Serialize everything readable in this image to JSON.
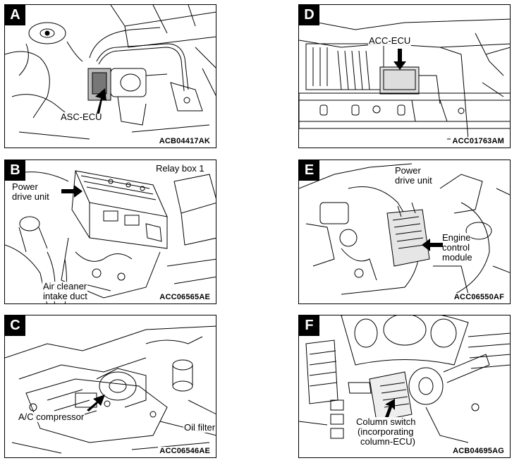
{
  "panels": {
    "a": {
      "letter": "A",
      "code": "ACB04417AK",
      "labels": {
        "ecu": "ASC-ECU"
      }
    },
    "b": {
      "letter": "B",
      "code": "ACC06565AE",
      "labels": {
        "relay": "Relay box 1",
        "pdu1": "Power",
        "pdu2": "drive unit",
        "air1": "Air cleaner",
        "air2": "intake duct"
      }
    },
    "c": {
      "letter": "C",
      "code": "ACC06546AE",
      "labels": {
        "ac": "A/C compressor",
        "oil": "Oil filter"
      }
    },
    "d": {
      "letter": "D",
      "code": "ACC01763AM",
      "labels": {
        "ecu": "ACC-ECU"
      }
    },
    "e": {
      "letter": "E",
      "code": "ACC06550AF",
      "labels": {
        "pdu1": "Power",
        "pdu2": "drive unit",
        "ecm1": "Engine",
        "ecm2": "control",
        "ecm3": "module"
      }
    },
    "f": {
      "letter": "F",
      "code": "ACB04695AG",
      "labels": {
        "col1": "Column switch",
        "col2": "(incorporating",
        "col3": "column-ECU)"
      }
    }
  }
}
